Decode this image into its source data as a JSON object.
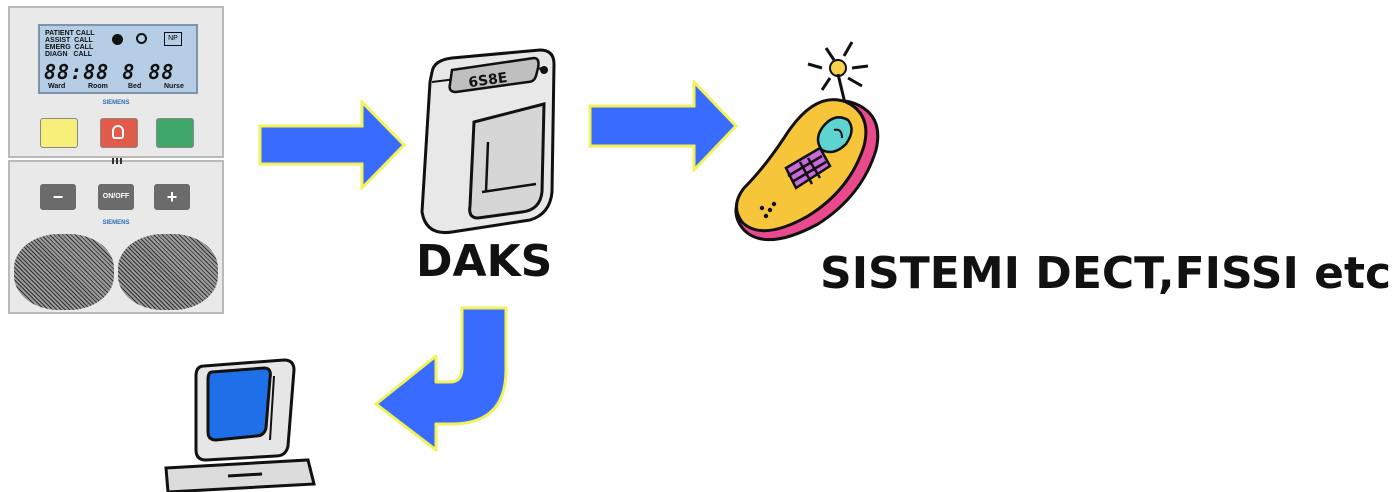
{
  "terminal": {
    "lcd_lines": "PATIENT CALL\nASSIST  CALL\nEMERG  CALL\nDIAGN   CALL",
    "np_badge": "NP",
    "digits": "88:88  8   88",
    "field_ward": "Ward",
    "field_room": "Room",
    "field_bed": "Bed",
    "field_nurse": "Nurse",
    "brand": "SIEMENS",
    "minus": "−",
    "onoff": "ON/OFF",
    "plus": "+",
    "pager_display": "6S8E"
  },
  "labels": {
    "daks": "DAKS",
    "dect": "SISTEMI DECT,FISSI etc"
  },
  "colors": {
    "arrow_fill": "#3a6bff",
    "arrow_outline": "#f2f25a"
  }
}
